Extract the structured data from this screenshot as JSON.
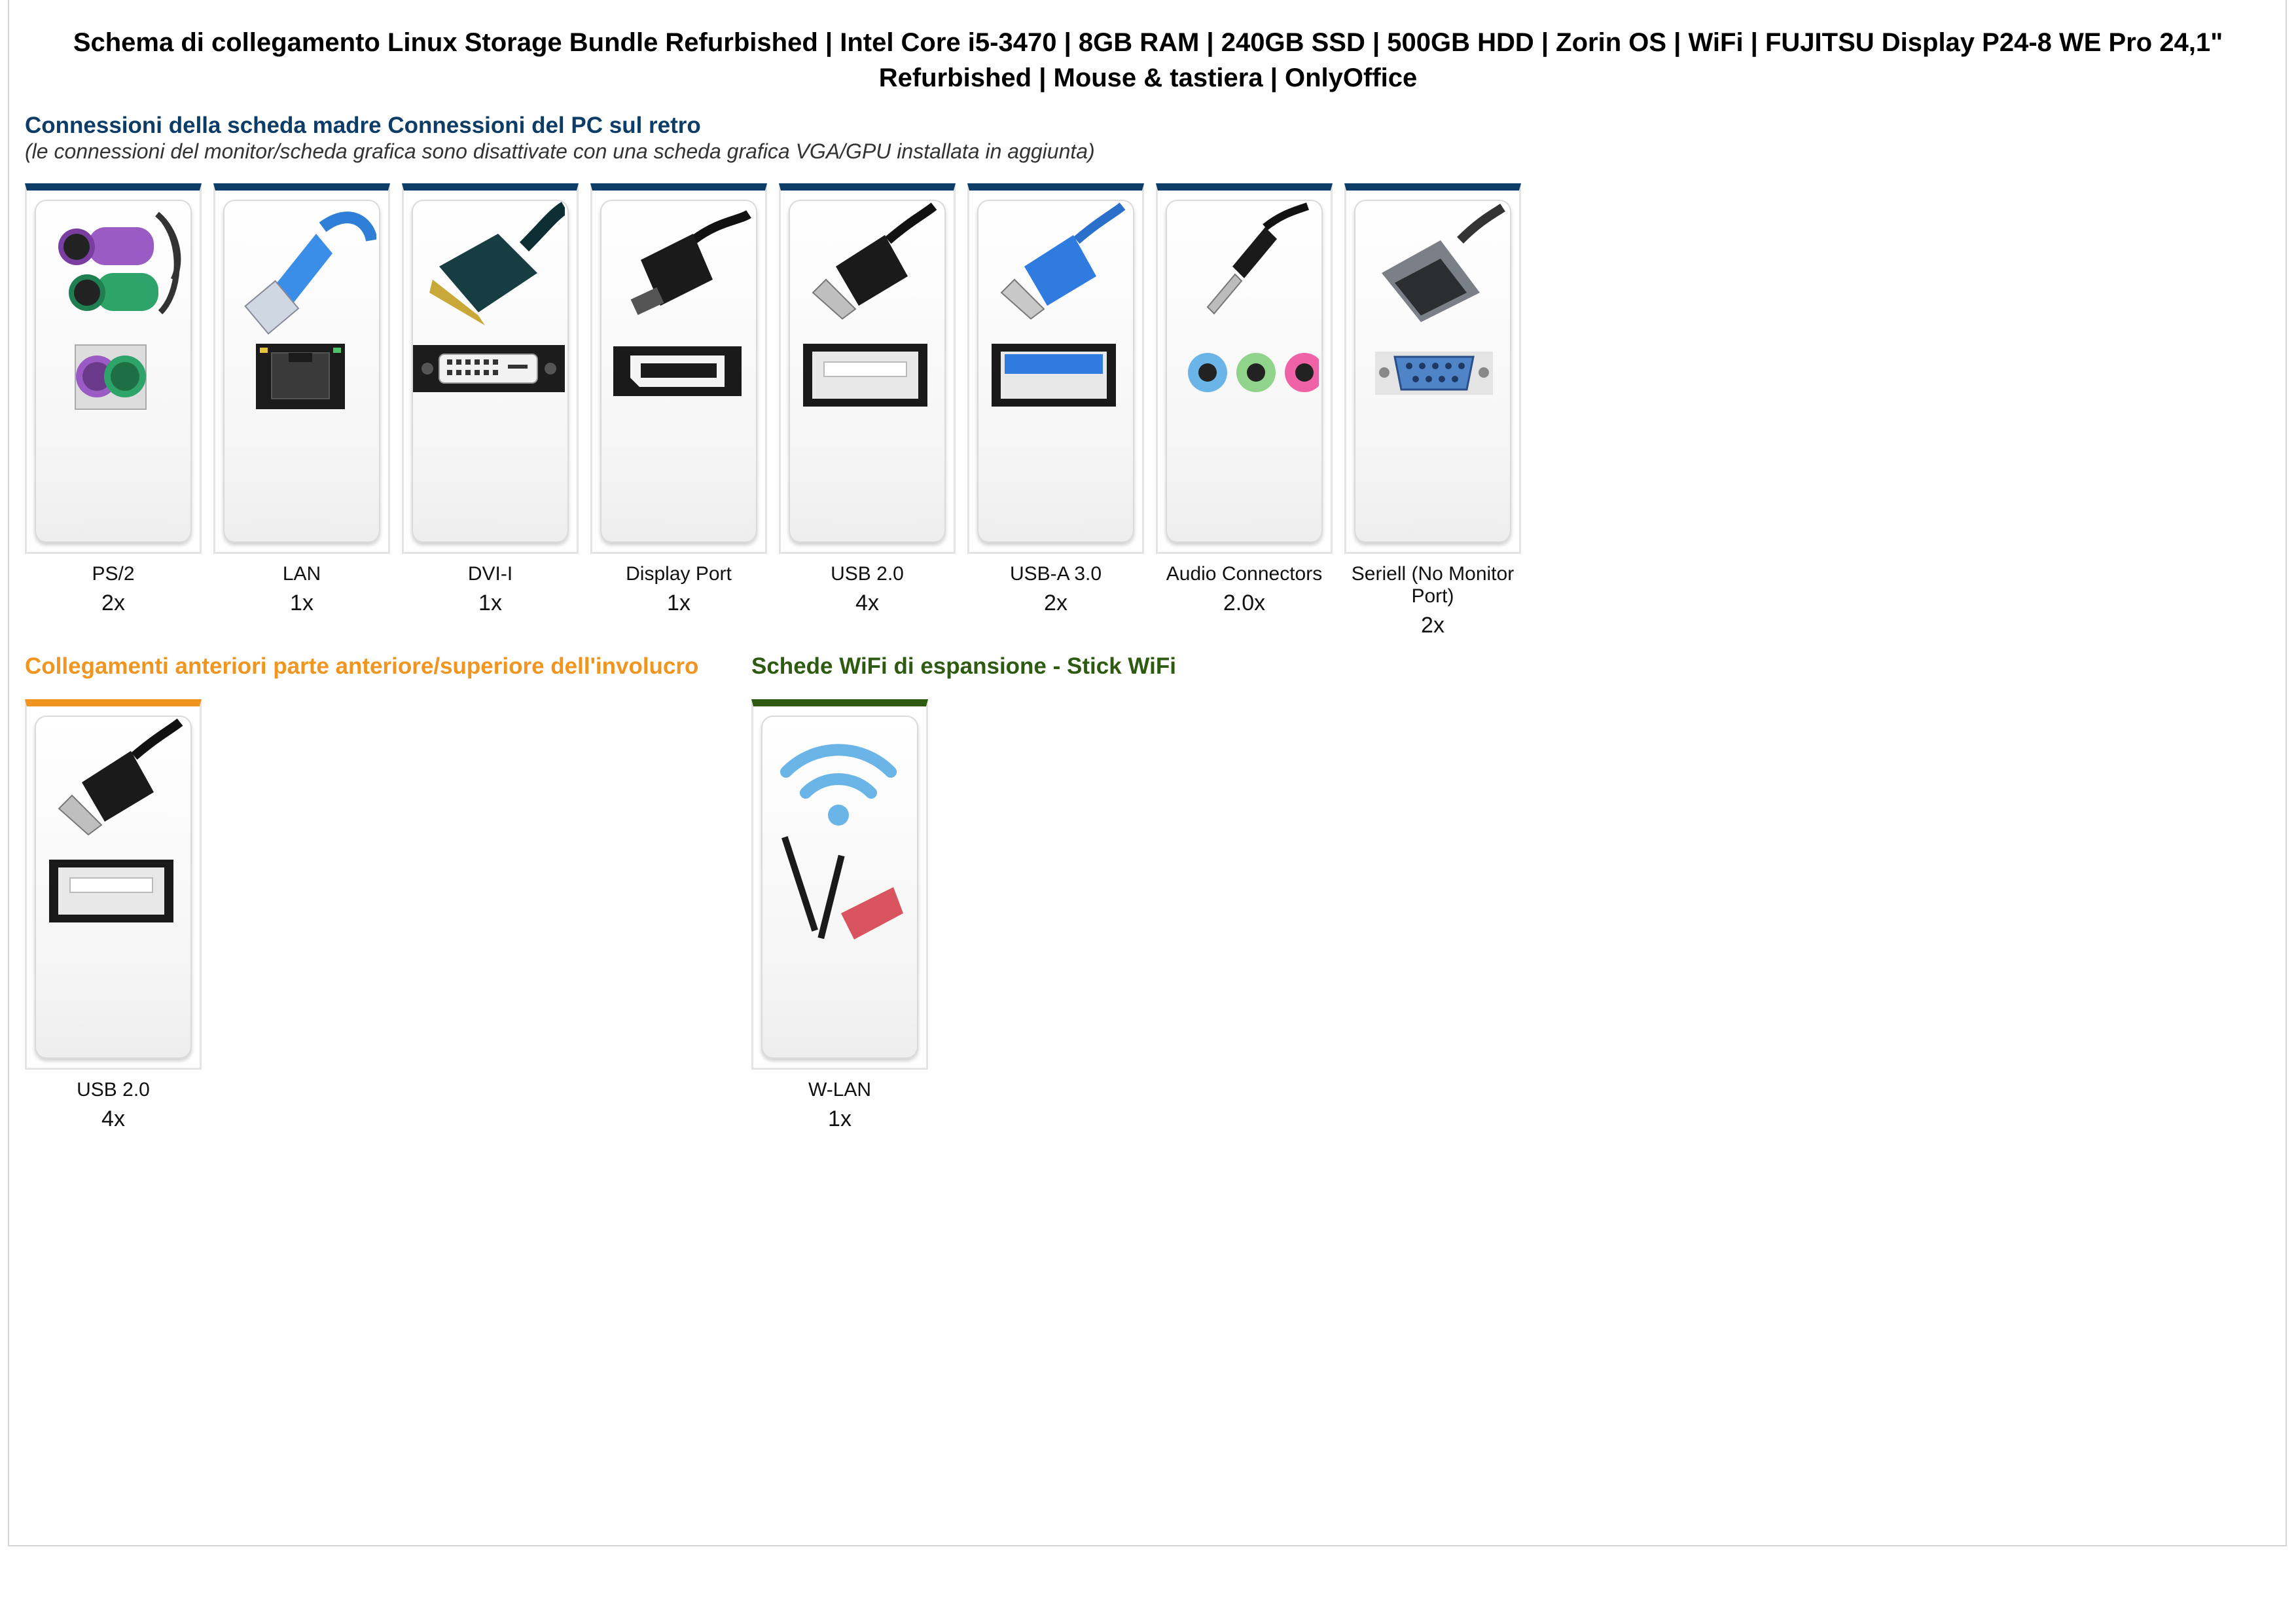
{
  "title_line1": "Schema di collegamento Linux Storage Bundle Refurbished | Intel Core i5-3470 | 8GB RAM | 240GB SSD | 500GB HDD | Zorin OS | WiFi | FUJITSU Display P24-8 WE Pro 24,1\"",
  "title_line2": "Refurbished | Mouse & tastiera | OnlyOffice",
  "rear": {
    "heading": "Connessioni della scheda madre Connessioni del PC sul retro",
    "note": "(le connessioni del monitor/scheda grafica sono disattivate con una scheda grafica VGA/GPU installata in aggiunta)",
    "accent": "#0d3d66",
    "items": [
      {
        "label": "PS/2",
        "count": "2x",
        "icon": "ps2-connector-icon"
      },
      {
        "label": "LAN",
        "count": "1x",
        "icon": "lan-connector-icon"
      },
      {
        "label": "DVI-I",
        "count": "1x",
        "icon": "dvi-connector-icon"
      },
      {
        "label": "Display Port",
        "count": "1x",
        "icon": "displayport-connector-icon"
      },
      {
        "label": "USB 2.0",
        "count": "4x",
        "icon": "usb2-connector-icon"
      },
      {
        "label": "USB-A 3.0",
        "count": "2x",
        "icon": "usb3-connector-icon"
      },
      {
        "label": "Audio Connectors",
        "count": "2.0x",
        "icon": "audio-connector-icon"
      },
      {
        "label": "Seriell (No Monitor Port)",
        "count": "2x",
        "icon": "serial-connector-icon"
      }
    ]
  },
  "front": {
    "heading": "Collegamenti anteriori parte anteriore/superiore dell'involucro",
    "accent": "#f0951f",
    "items": [
      {
        "label": "USB 2.0",
        "count": "4x",
        "icon": "usb2-connector-icon"
      }
    ]
  },
  "wifi": {
    "heading": "Schede WiFi di espansione - Stick WiFi",
    "accent": "#2e5a12",
    "items": [
      {
        "label": "W-LAN",
        "count": "1x",
        "icon": "wifi-antenna-icon"
      }
    ]
  }
}
